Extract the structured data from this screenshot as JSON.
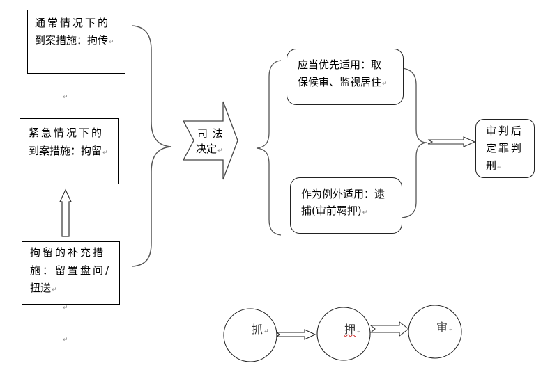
{
  "diagram": {
    "left_boxes": [
      {
        "lines": [
          "通常情况下的",
          "到案措施：拘传"
        ]
      },
      {
        "lines": [
          "紧急情况下的",
          "到案措施：拘留"
        ]
      },
      {
        "lines": [
          "拘留的补充措",
          "施：留置盘问/",
          "扭送"
        ]
      }
    ],
    "center_arrow": {
      "lines": [
        "司 法",
        "决定"
      ]
    },
    "measures": [
      {
        "lines": [
          "应当优先适用：取",
          "保候审、监视居住"
        ]
      },
      {
        "lines": [
          "作为例外适用：逮",
          "捕(审前羁押)"
        ]
      }
    ],
    "result_box": {
      "lines": [
        "审判后",
        "定罪判",
        "刑"
      ]
    },
    "sequence": [
      {
        "label": "抓"
      },
      {
        "label": "押"
      },
      {
        "label": "审"
      }
    ],
    "paragraph_mark": "↵"
  }
}
